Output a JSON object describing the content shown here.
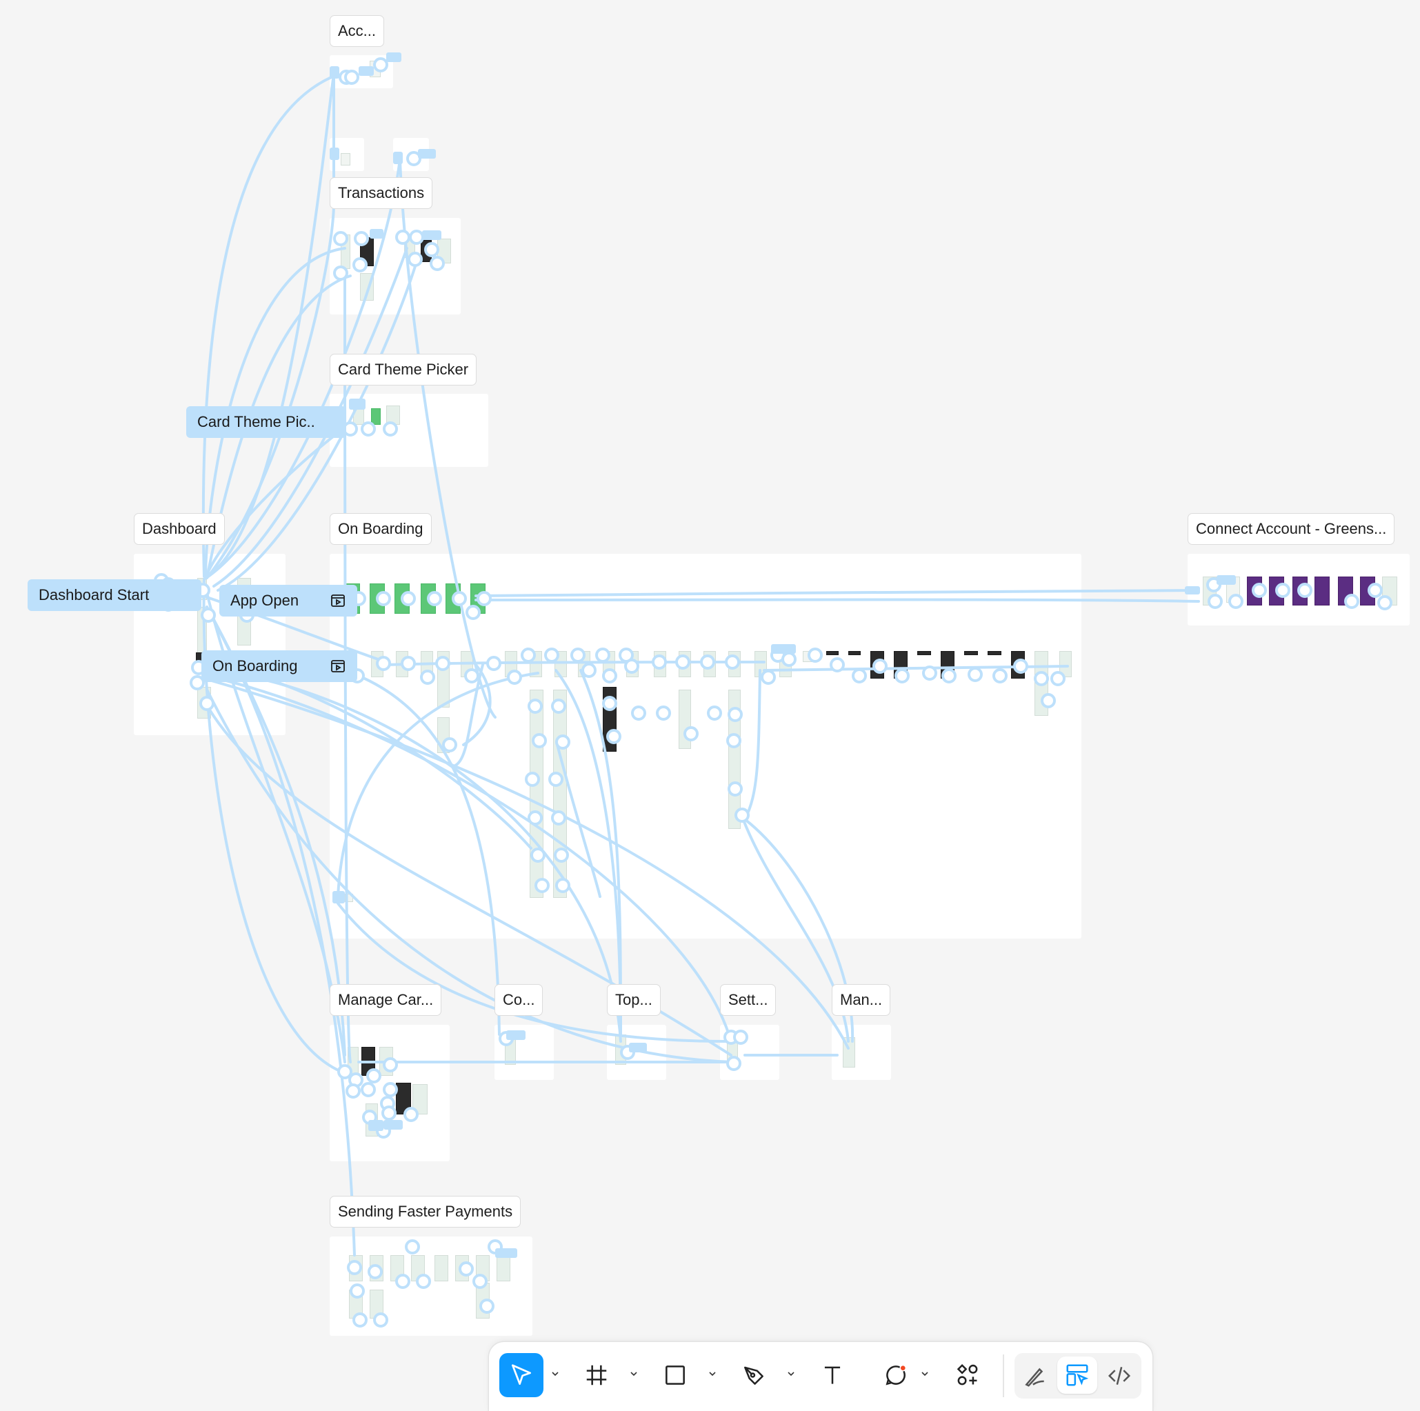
{
  "app": "Figma prototype canvas",
  "sections": [
    {
      "id": "acc",
      "label": "Acc..."
    },
    {
      "id": "transactions",
      "label": "Transactions"
    },
    {
      "id": "card-theme-picker",
      "label": "Card Theme Picker"
    },
    {
      "id": "dashboard",
      "label": "Dashboard"
    },
    {
      "id": "onboarding",
      "label": "On Boarding"
    },
    {
      "id": "connect-account",
      "label": "Connect Account - Greens..."
    },
    {
      "id": "manage-cards",
      "label": "Manage Car..."
    },
    {
      "id": "co",
      "label": "Co..."
    },
    {
      "id": "top",
      "label": "Top..."
    },
    {
      "id": "sett",
      "label": "Sett..."
    },
    {
      "id": "man",
      "label": "Man..."
    },
    {
      "id": "sending-faster-payments",
      "label": "Sending Faster Payments"
    }
  ],
  "flows": [
    {
      "id": "card-theme-flow",
      "label": "Card Theme Pic.."
    },
    {
      "id": "dashboard-start",
      "label": "Dashboard Start"
    },
    {
      "id": "app-open",
      "label": "App Open"
    },
    {
      "id": "onboarding-flow",
      "label": "On Boarding"
    }
  ],
  "toolbar": {
    "tools": [
      {
        "id": "move",
        "icon": "cursor-icon",
        "active": true,
        "has_menu": true
      },
      {
        "id": "frame",
        "icon": "frame-icon",
        "active": false,
        "has_menu": true
      },
      {
        "id": "shape",
        "icon": "rectangle-icon",
        "active": false,
        "has_menu": true
      },
      {
        "id": "pen",
        "icon": "pen-icon",
        "active": false,
        "has_menu": true
      },
      {
        "id": "text",
        "icon": "text-icon",
        "active": false,
        "has_menu": false
      },
      {
        "id": "comment",
        "icon": "comment-icon",
        "active": false,
        "has_menu": true
      },
      {
        "id": "resources",
        "icon": "resources-icon",
        "active": false,
        "has_menu": false
      }
    ],
    "modes": [
      {
        "id": "draw",
        "icon": "draw-icon",
        "active": false
      },
      {
        "id": "design",
        "icon": "design-mode-icon",
        "active": true
      },
      {
        "id": "dev",
        "icon": "dev-mode-icon",
        "active": false
      }
    ],
    "accent": "#0d99ff",
    "comment_badge": "#f24822"
  },
  "colors": {
    "canvas": "#f5f5f5",
    "connector": "#bde0fb",
    "flow_chip": "#bde0fb"
  }
}
